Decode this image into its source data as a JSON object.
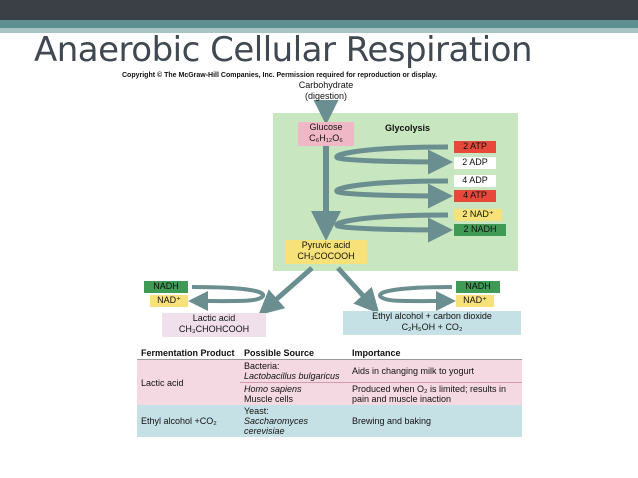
{
  "slide": {
    "title": "Anaerobic Cellular Respiration",
    "copyright": "Copyright © The McGraw-Hill Companies, Inc. Permission required for reproduction or display."
  },
  "diagram": {
    "carbohydrate": "Carbohydrate",
    "digestion": "(digestion)",
    "glucose": "Glucose",
    "glucose_formula": "C₆H₁₂O₆",
    "glycolysis": "Glycolysis",
    "atp2": "2 ATP",
    "adp2": "2 ADP",
    "adp4": "4 ADP",
    "atp4": "4 ATP",
    "nad2": "2 NAD⁺",
    "nadh2": "2 NADH",
    "pyruvic": "Pyruvic acid",
    "pyruvic_formula": "CH₃COCOOH",
    "left_nadh": "NADH",
    "left_nad": "NAD⁺",
    "lactic": "Lactic acid",
    "lactic_formula": "CH₃CHOHCOOH",
    "right_nadh": "NADH",
    "right_nad": "NAD⁺",
    "ethyl": "Ethyl alcohol + carbon dioxide",
    "ethyl_formula": "C₂H₅OH + CO₂"
  },
  "table": {
    "headers": [
      "Fermentation Product",
      "Possible Source",
      "Importance"
    ],
    "rows": [
      {
        "product": "Lactic acid",
        "source_label": "Bacteria:",
        "source_name": "Lactobacillus bulgaricus",
        "importance": "Aids in changing milk to yogurt"
      },
      {
        "product": "",
        "source_label": "",
        "source_name": "Homo sapiens",
        "source_extra": "Muscle cells",
        "importance": "Produced when O₂ is limited; results in pain and muscle inaction"
      },
      {
        "product": "Ethyl alcohol +CO₂",
        "source_label": "Yeast:",
        "source_name": "Saccharomyces cerevisiae",
        "importance": "Brewing and baking"
      }
    ]
  },
  "colors": {
    "glycolysis_bg": "#c8e6c0",
    "atp_red": "#e8483a",
    "nadh_green": "#3f9a55",
    "nad_yellow": "#f7e27a",
    "pink_row": "#f4d8e2",
    "blue_row": "#c6e1e6",
    "arrow": "#6b8f90"
  }
}
